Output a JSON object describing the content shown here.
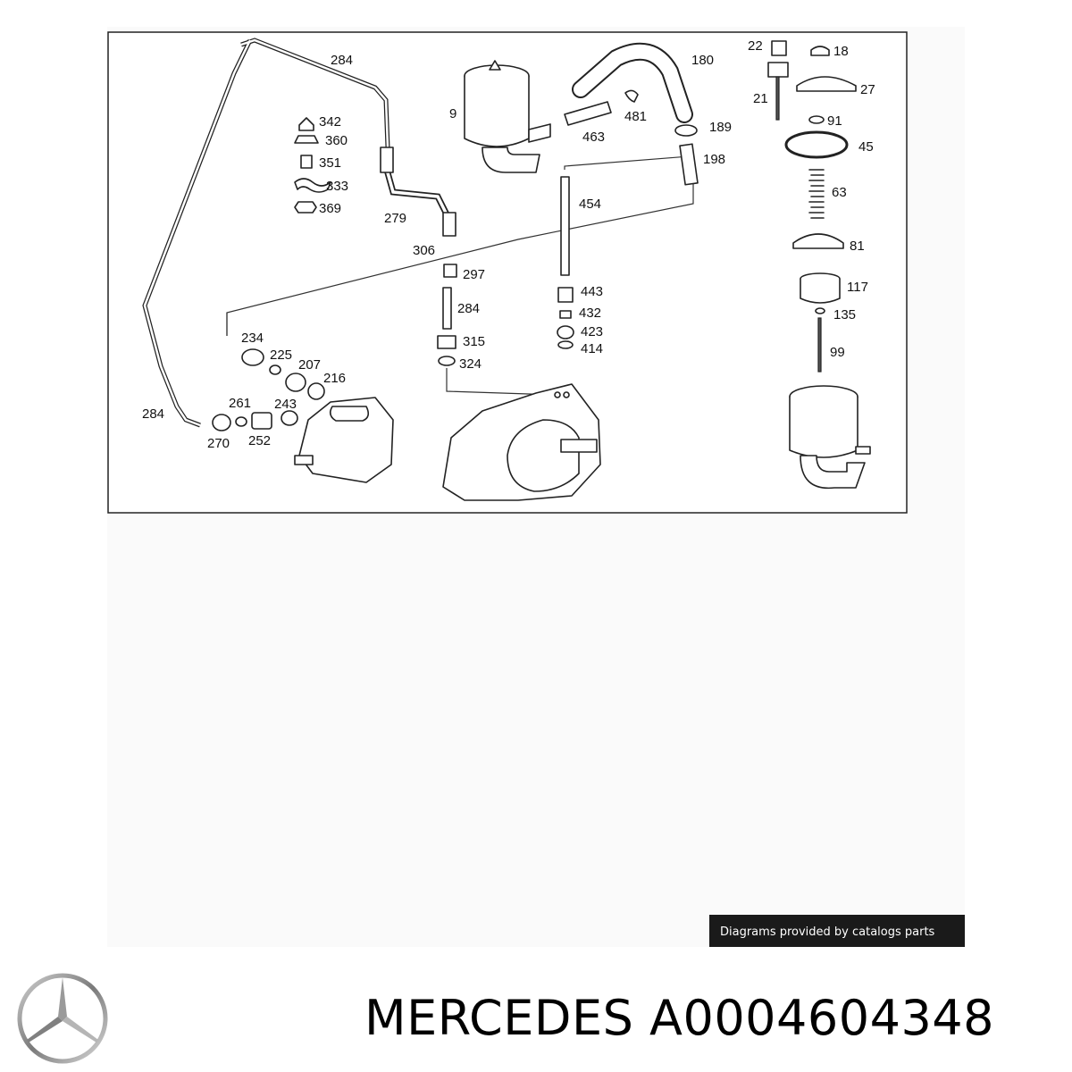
{
  "diagram": {
    "part_callouts": [
      "284",
      "342",
      "360",
      "351",
      "333",
      "369",
      "279",
      "306",
      "297",
      "284",
      "315",
      "324",
      "234",
      "225",
      "207",
      "216",
      "261",
      "243",
      "270",
      "252",
      "284",
      "9",
      "481",
      "463",
      "180",
      "189",
      "198",
      "454",
      "443",
      "432",
      "423",
      "414",
      "22",
      "18",
      "21",
      "27",
      "91",
      "45",
      "63",
      "81",
      "117",
      "135",
      "99"
    ]
  },
  "credit": {
    "text": "Diagrams provided by catalogs parts"
  },
  "brand": {
    "name": "MERCEDES",
    "part_number": "A0004604348"
  },
  "logo": {
    "icon": "mercedes-star-icon"
  }
}
